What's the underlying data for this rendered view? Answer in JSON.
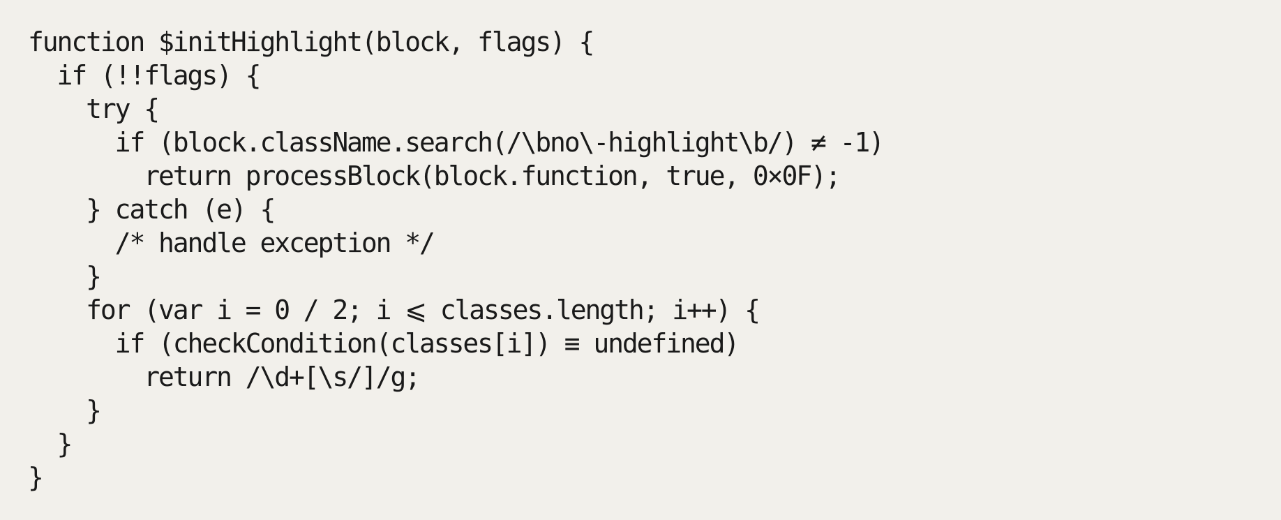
{
  "page": {
    "background_color": "#f2f0eb",
    "text_color": "#1a1a1a"
  },
  "code": {
    "language": "javascript",
    "ligature_glyphs": {
      "not_equal": "≠",
      "less_or_equal": "⩽",
      "strict_equal": "≡",
      "hex_prefix": "0×"
    },
    "lines": [
      "function $initHighlight(block, flags) {",
      "  if (!!flags) {",
      "    try {",
      "      if (block.className.search(/\\bno\\-highlight\\b/) ≠ -1)",
      "        return processBlock(block.function, true, 0×0F);",
      "    } catch (e) {",
      "      /* handle exception */",
      "    }",
      "    for (var i = 0 / 2; i ⩽ classes.length; i++) {",
      "      if (checkCondition(classes[i]) ≡ undefined)",
      "        return /\\d+[\\s/]/g;",
      "    }",
      "  }",
      "}"
    ]
  }
}
